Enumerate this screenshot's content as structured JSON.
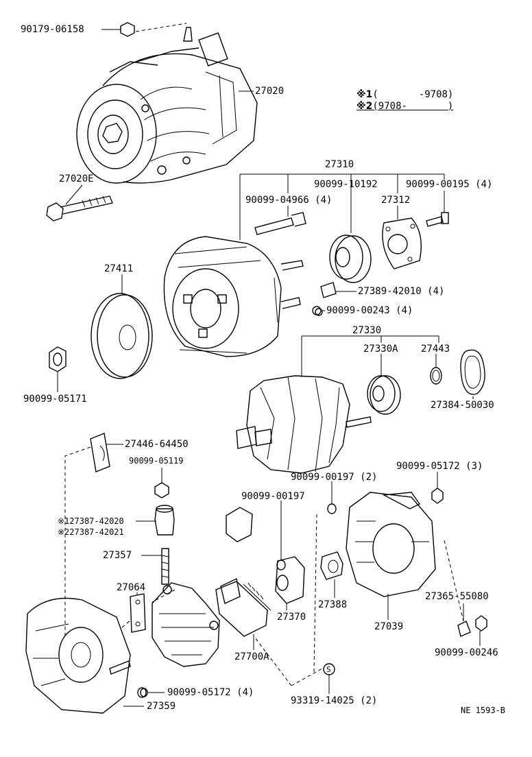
{
  "legend": {
    "row1_mark": "※1",
    "row1_range": "(       -9708)",
    "row2_mark": "※2",
    "row2_range": "(9708-       )"
  },
  "labels": {
    "p90179_06158": "90179-06158",
    "p27020": "27020",
    "p27020E": "27020E",
    "p27310": "27310",
    "p90099_10192": "90099-10192",
    "p90099_00195": "90099-00195 (4)",
    "p90099_04966": "90099-04966 (4)",
    "p27312": "27312",
    "p27411": "27411",
    "p27389_42010": "27389-42010 (4)",
    "p90099_00243": "90099-00243 (4)",
    "p27330": "27330",
    "p27330A": "27330A",
    "p27443": "27443",
    "p90099_05171": "90099-05171",
    "p27384_50030": "27384-50030",
    "p27446_64450": "27446-64450",
    "p90099_05119": "90099-05119",
    "p90099_00197_2": "90099-00197 (2)",
    "p90099_05172_3": "90099-05172 (3)",
    "p90099_00197": "90099-00197",
    "p27387_42020": "※127387-42020",
    "p27387_42021": "※227387-42021",
    "p27357": "27357",
    "p27064": "27064",
    "p27370": "27370",
    "p27388": "27388",
    "p27039": "27039",
    "p27365_55080": "27365-55080",
    "p27700A": "27700A",
    "p90099_00246": "90099-00246",
    "p90099_05172_4": "90099-05172 (4)",
    "p27359": "27359",
    "p93319_14025": "93319-14025 (2)",
    "s_mark": "S",
    "figure_code": "NE 1593-B"
  }
}
